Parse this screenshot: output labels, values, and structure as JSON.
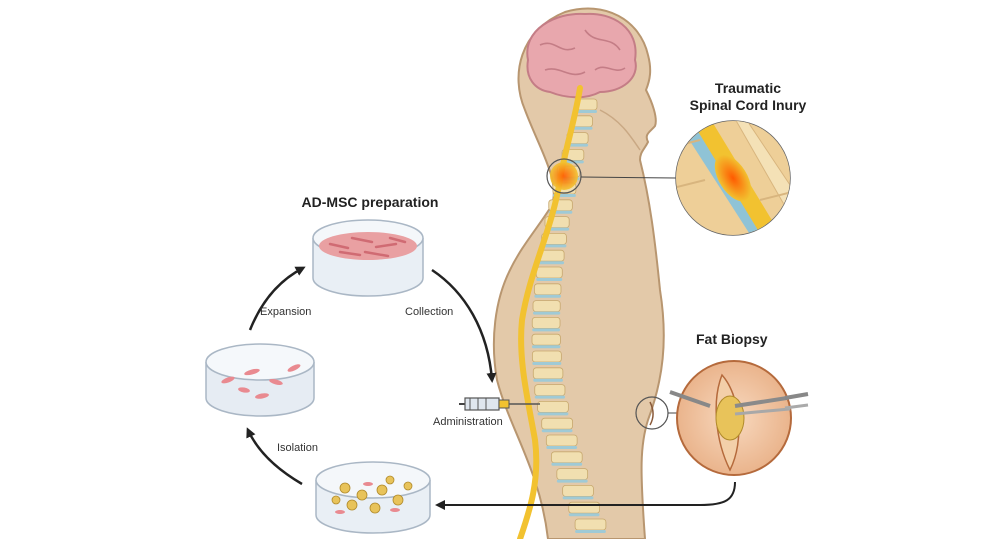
{
  "labels": {
    "ad_msc_preparation": "AD-MSC preparation",
    "traumatic_line1": "Traumatic",
    "traumatic_line2": "Spinal Cord Inury",
    "fat_biopsy": "Fat Biopsy",
    "expansion": "Expansion",
    "collection": "Collection",
    "isolation": "Isolation",
    "administration": "Administration"
  },
  "icons": {
    "figure": "human-silhouette-icon",
    "brain": "brain-icon",
    "spine": "spine-icon",
    "syringe": "syringe-icon",
    "dish": "petri-dish-icon"
  },
  "colors": {
    "skin": "#e3c9a9",
    "skin_outline": "#b89670",
    "brain": "#e8a7ad",
    "spinal_cord": "#f2c230",
    "vertebra": "#f1dfb0",
    "disc": "#9fcad6",
    "injury": "#f06a1f",
    "fat": "#e8c35a",
    "cells": "#e9a0a2",
    "arrow": "#222222"
  }
}
